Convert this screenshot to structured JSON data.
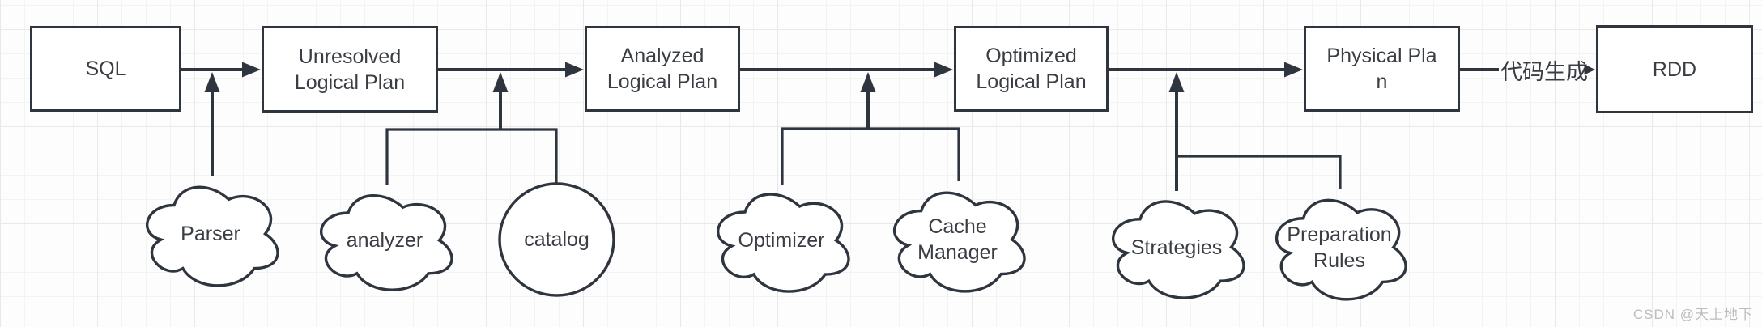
{
  "colors": {
    "stroke": "#2f353e",
    "node_text": "#3a3e44",
    "watermark_text": "#bdbdbd",
    "node_fill": "#ffffff"
  },
  "diagram": {
    "flow_nodes": [
      {
        "label": "SQL"
      },
      {
        "label": "Unresolved\nLogical Plan"
      },
      {
        "label": "Analyzed\nLogical Plan"
      },
      {
        "label": "Optimized\nLogical Plan"
      },
      {
        "label": "Physical Pla\nn"
      },
      {
        "label": "RDD"
      }
    ],
    "support_nodes": [
      {
        "label": "Parser",
        "shape": "cloud"
      },
      {
        "label": "analyzer",
        "shape": "cloud"
      },
      {
        "label": "catalog",
        "shape": "ellipse"
      },
      {
        "label": "Optimizer",
        "shape": "cloud"
      },
      {
        "label": "Cache\nManager",
        "shape": "cloud"
      },
      {
        "label": "Strategies",
        "shape": "cloud"
      },
      {
        "label": "Preparation\nRules",
        "shape": "cloud"
      }
    ],
    "edge_label": "代码生成",
    "edges": [
      {
        "from": "SQL",
        "to": "Unresolved Logical Plan"
      },
      {
        "from": "Unresolved Logical Plan",
        "to": "Analyzed Logical Plan"
      },
      {
        "from": "Analyzed Logical Plan",
        "to": "Optimized Logical Plan"
      },
      {
        "from": "Optimized Logical Plan",
        "to": "Physical Plan"
      },
      {
        "from": "Physical Plan",
        "to": "RDD",
        "label": "代码生成"
      },
      {
        "from": "Parser",
        "to": "arrow SQL→Unresolved Logical Plan"
      },
      {
        "from": "analyzer",
        "to": "arrow Unresolved→Analyzed"
      },
      {
        "from": "catalog",
        "to": "arrow Unresolved→Analyzed"
      },
      {
        "from": "Optimizer",
        "to": "arrow Analyzed→Optimized"
      },
      {
        "from": "Cache Manager",
        "to": "arrow Analyzed→Optimized"
      },
      {
        "from": "Strategies",
        "to": "arrow Optimized→Physical"
      },
      {
        "from": "Preparation Rules",
        "to": "arrow Optimized→Physical"
      }
    ]
  },
  "watermark": "CSDN @天上地下"
}
